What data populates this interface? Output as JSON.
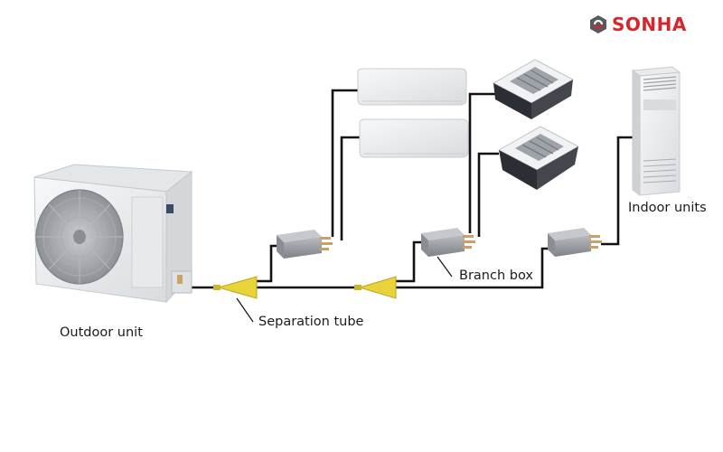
{
  "brand": {
    "name": "SONHA",
    "icon": "sonha-logo-icon",
    "color": "#d7262b"
  },
  "labels": {
    "outdoor_unit": "Outdoor unit",
    "separation_tube": "Separation tube",
    "branch_box": "Branch box",
    "indoor_units": "Indoor units"
  },
  "colors": {
    "pipe": "#111111",
    "separation_tube": "#e8d43a",
    "unit_body": "#eef0f2",
    "branch_box": "#9a9ea4",
    "text": "#1b1b1b"
  },
  "components": {
    "outdoor_units": 1,
    "wall_mounted_indoor_units": 2,
    "cassette_indoor_units": 2,
    "floor_standing_indoor_units": 1,
    "branch_boxes": 3,
    "separation_tubes": 2
  }
}
